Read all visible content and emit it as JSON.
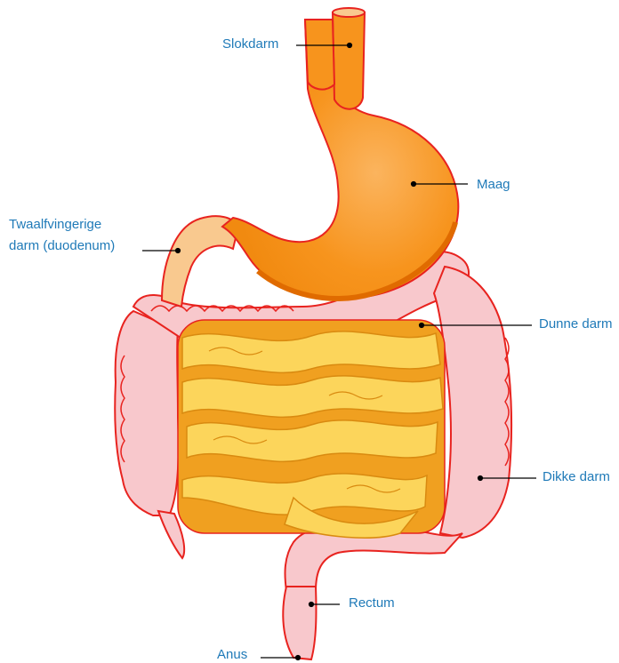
{
  "labels": {
    "slokdarm": "Slokdarm",
    "maag": "Maag",
    "duodenum_line1": "Twaalfvingerige",
    "duodenum_line2": "darm (duodenum)",
    "dunne_darm": "Dunne darm",
    "dikke_darm": "Dikke darm",
    "rectum": "Rectum",
    "anus": "Anus"
  },
  "colors": {
    "label_text": "#1f7ab8",
    "stomach": "#f7941d",
    "stomach_dark": "#e06b00",
    "duodenum": "#f9c98f",
    "small_intestine": "#fcd55b",
    "small_intestine_dark": "#f0a020",
    "colon": "#f8c8cc",
    "outline": "#e8231f"
  }
}
